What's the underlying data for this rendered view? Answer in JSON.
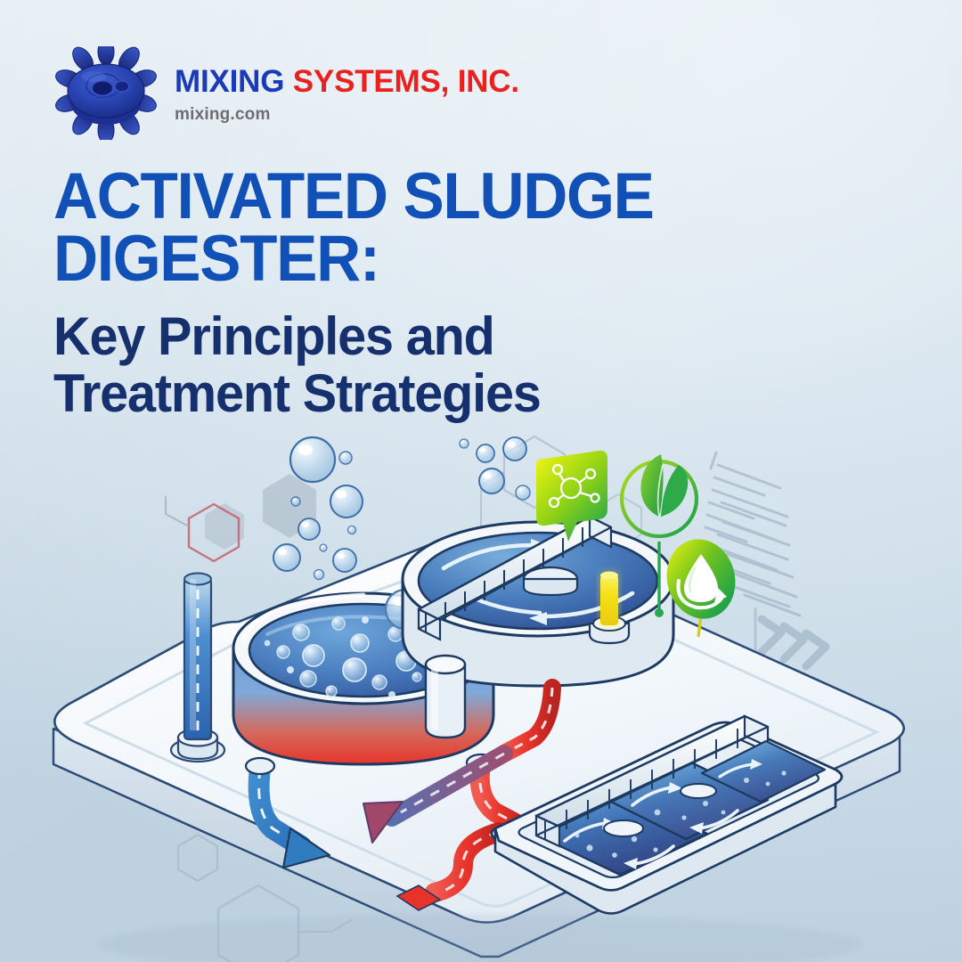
{
  "brand": {
    "logo_icon": "impeller-icon",
    "name_part1": "MIXING ",
    "name_part2": "SYSTEMS, INC.",
    "url": "mixing.com",
    "color_blue": "#1a3bb5",
    "color_red": "#e8231f"
  },
  "headline": {
    "title_line1": "ACTIVATED SLUDGE",
    "title_line2": "DIGESTER:",
    "subtitle_line1": "Key Principles and",
    "subtitle_line2": "Treatment Strategies",
    "title_color": "#1150b6",
    "subtitle_color": "#16306d"
  },
  "illustration": {
    "alt": "isometric wastewater treatment plant with digester, clarifier and aeration basins",
    "elements": [
      {
        "name": "aeration-digester-tank",
        "label": "Aeration digester tank with bubbles"
      },
      {
        "name": "circular-clarifier-tank",
        "label": "Circular clarifier with rotating bridge"
      },
      {
        "name": "rectangular-aeration-basins",
        "label": "Rectangular aeration basins"
      },
      {
        "name": "influent-pipe",
        "label": "Influent inflow pipe"
      },
      {
        "name": "return-sludge-pipe",
        "label": "Return activated sludge pipe"
      },
      {
        "name": "effluent-arrow",
        "label": "Treated effluent flow arrow"
      }
    ],
    "badges": [
      {
        "name": "molecule-badge-icon",
        "shape": "speech-bubble",
        "color_from": "#f3f713",
        "color_to": "#3fbf3f"
      },
      {
        "name": "leaf-eco-badge-icon",
        "shape": "circle-outline",
        "color_from": "#8fd40f",
        "color_to": "#1faa46"
      },
      {
        "name": "water-recycle-badge-icon",
        "shape": "leaf-blob",
        "color_from": "#f0f50e",
        "color_to": "#22a84a"
      }
    ],
    "colors": {
      "water_blue": "#4b87c8",
      "deep_blue": "#2c4e86",
      "sludge_red": "#e8332b",
      "outline_navy": "#1d3a63",
      "platform_white": "#f3f7fa"
    }
  }
}
